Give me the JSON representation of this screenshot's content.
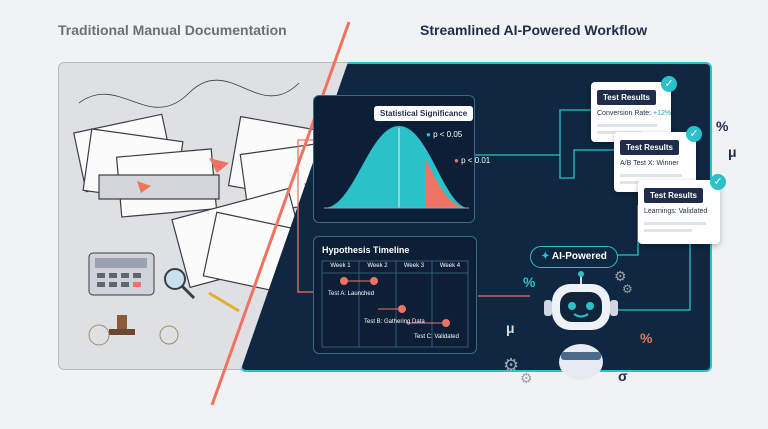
{
  "headings": {
    "left": "Traditional Manual Documentation",
    "right": "Streamlined AI-Powered Workflow"
  },
  "stat_chart": {
    "title": "Statistical Significance",
    "label_p05": "p < 0.05",
    "label_p01": "p < 0.01"
  },
  "timeline": {
    "title": "Hypothesis Timeline",
    "weeks": [
      "Week 1",
      "Week 2",
      "Week 3",
      "Week 4"
    ],
    "tests": [
      "Test A: Launched",
      "Test B: Gathering Data",
      "Test C: Validated"
    ]
  },
  "results": [
    {
      "tag": "Test Results",
      "line": "Conversion Rate: +12%"
    },
    {
      "tag": "Test Results",
      "line": "A/B Test X: Winner"
    },
    {
      "tag": "Test Results",
      "line": "Learnings: Validated"
    }
  ],
  "ai_badge": "AI-Powered",
  "symbols": {
    "percent": "%",
    "mu": "μ",
    "sigma": "σ"
  },
  "colors": {
    "teal": "#2bc1c8",
    "navy": "#0f2740",
    "coral": "#f07361"
  }
}
